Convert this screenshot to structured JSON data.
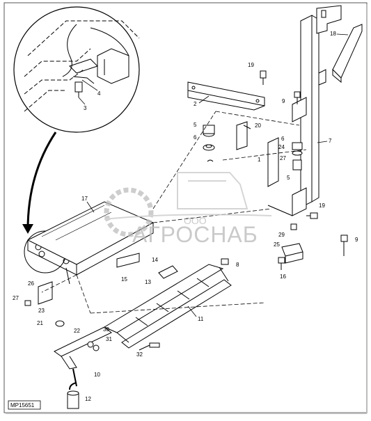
{
  "figure_code": "MP15651",
  "watermark": {
    "company_prefix": "ООО",
    "company_name": "АГРОСНАБ"
  },
  "callouts": {
    "c1": "1",
    "c2": "2",
    "c3": "3",
    "c4": "4",
    "c5a": "5",
    "c5b": "5",
    "c6a": "6",
    "c6b": "6",
    "c7": "7",
    "c8": "8",
    "c9a": "9",
    "c9b": "9",
    "c10": "10",
    "c11": "11",
    "c12": "12",
    "c13": "13",
    "c14": "14",
    "c15": "15",
    "c16": "16",
    "c17": "17",
    "c18": "18",
    "c19a": "19",
    "c19b": "19",
    "c20": "20",
    "c21": "21",
    "c22": "22",
    "c23": "23",
    "c24": "24",
    "c25": "25",
    "c26": "26",
    "c27a": "27",
    "c27b": "27",
    "c29": "29",
    "c30": "30",
    "c31": "31",
    "c32": "32"
  }
}
